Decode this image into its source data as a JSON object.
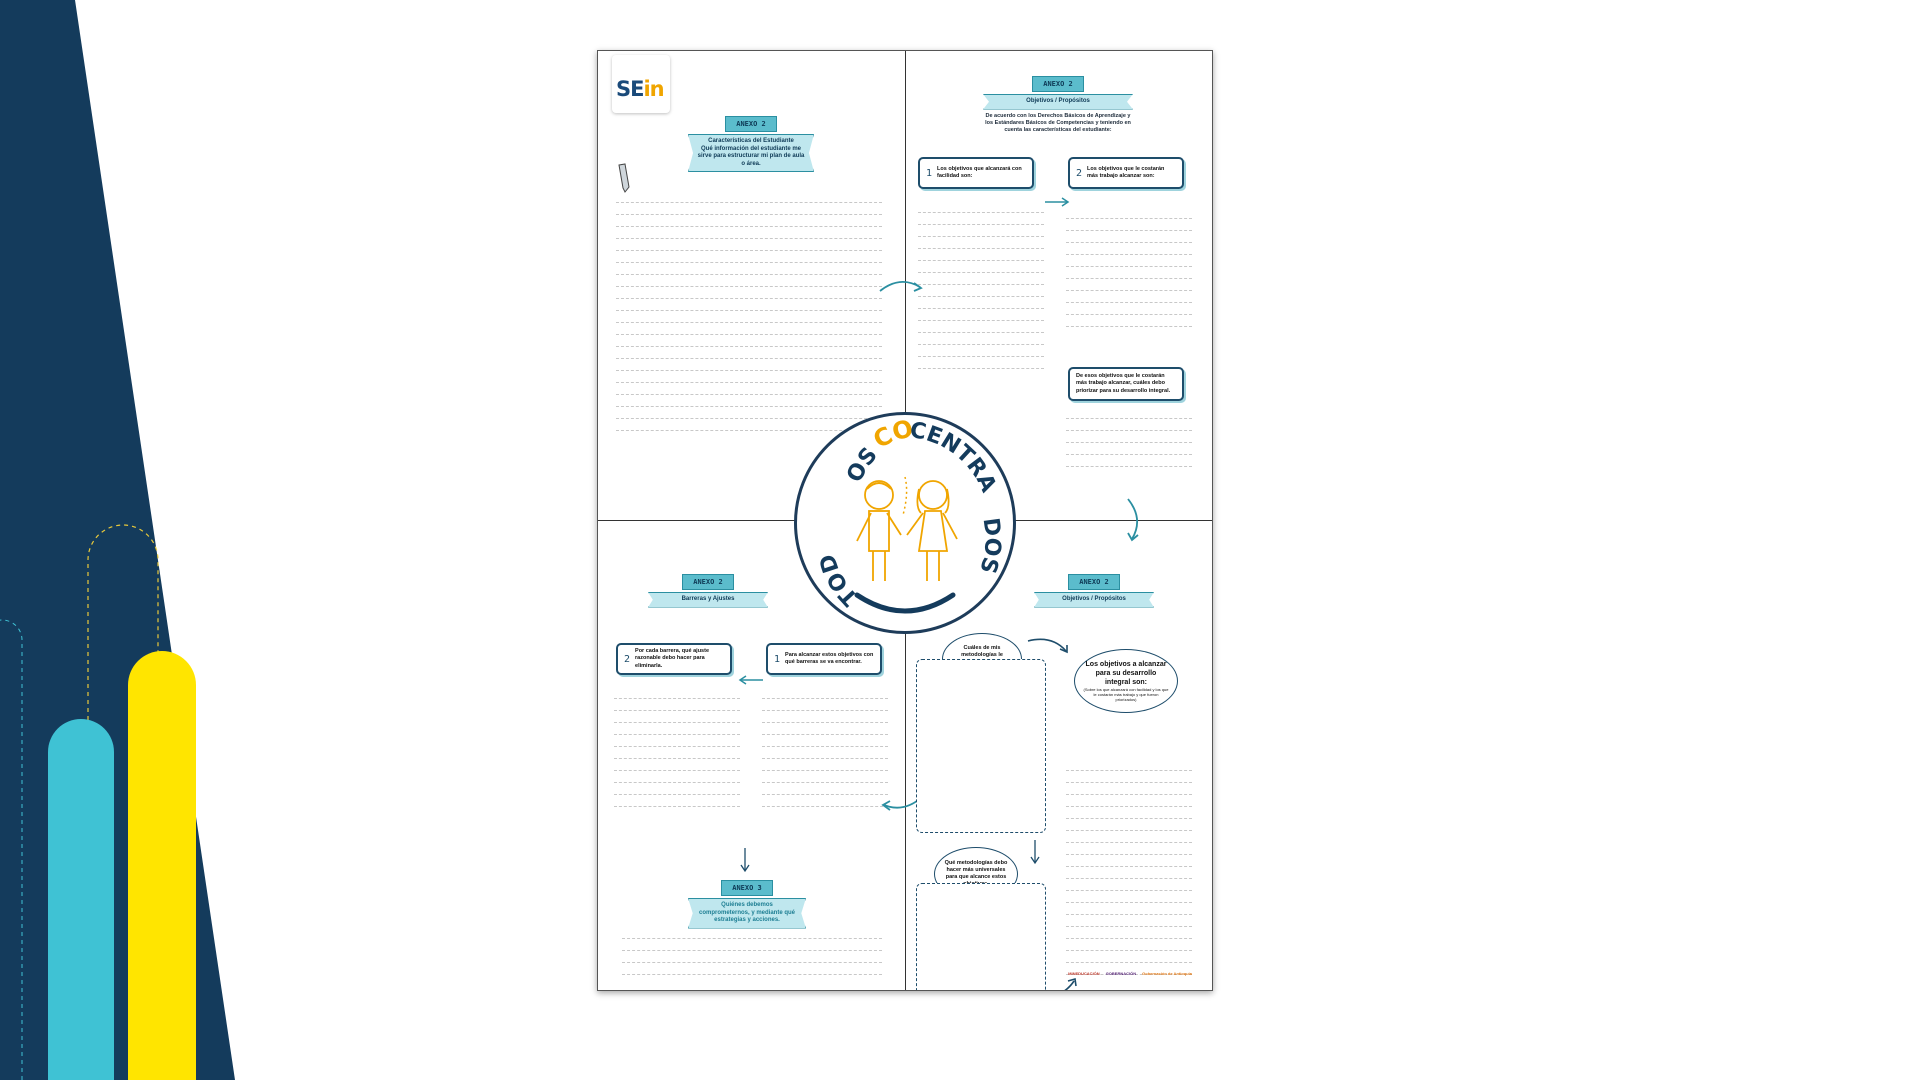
{
  "colors": {
    "navy": "#143b5c",
    "cyan": "#3fc2d4",
    "yellow": "#ffe500",
    "ribbon": "#5bbccc",
    "seal_orange": "#f0a500"
  },
  "logo": {
    "text_main": "SE",
    "text_accent": "in"
  },
  "q1": {
    "tag": "ANEXO 2",
    "title": "Características del Estudiante",
    "desc": "Qué información del estudiante me sirve para estructurar mi plan de aula o área."
  },
  "q2": {
    "tag": "ANEXO 2",
    "title": "Objetivos / Propósitos",
    "desc": "De acuerdo con los Derechos Básicos de Aprendizaje y los Estándares Básicos de Competencias y teniendo en cuenta las características del estudiante:",
    "box1_num": "1",
    "box1_text": "Los objetivos que alcanzará con facilidad son:",
    "box2_num": "2",
    "box2_text": "Los objetivos que le costarán más trabajo alcanzar son:",
    "box3_text": "De esos objetivos que le costarán más trabajo alcanzar, cuáles debo priorizar para su desarrollo integral."
  },
  "q3": {
    "tag": "ANEXO 2",
    "title": "Barreras y Ajustes",
    "box1_num": "1",
    "box1_text": "Para alcanzar estos objetivos con qué barreras se va encontrar.",
    "box2_num": "2",
    "box2_text": "Por cada barrera, qué ajuste razonable debo hacer para eliminarla.",
    "tag2": "ANEXO 3",
    "title2": "Quiénes debemos comprometernos, y mediante qué estrategias y acciones."
  },
  "q4": {
    "tag": "ANEXO 2",
    "title": "Objetivos / Propósitos",
    "bubble1": "Cuáles de mis metodologías le permiten alcanzar estos objetivos.",
    "bubble2_title": "Los objetivos a alcanzar para su desarrollo integral son:",
    "bubble2_note": "(Sobre los que alcanzará con facilidad y los que le costarán más trabajo y que fueron priorizados)",
    "bubble3": "Qué metodologías debo hacer más universales para que alcance estos objetivos."
  },
  "seal": {
    "top_left": "TOD",
    "os": "OS",
    "con": "CON",
    "centra": "CENTRA",
    "dos": "DOS"
  },
  "footer": [
    "MINEDUCACIÓN",
    "GOBERNACIÓN",
    "Gobernación de Antioquia"
  ]
}
